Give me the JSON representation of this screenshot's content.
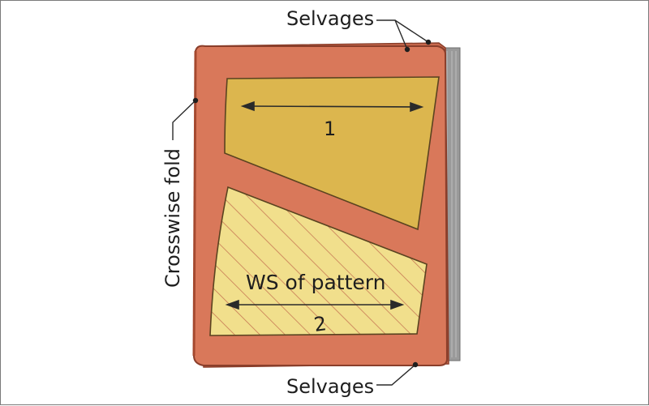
{
  "labels": {
    "top_selvages": "Selvages",
    "bottom_selvages": "Selvages",
    "crosswise_fold": "Crosswise fold",
    "ws_of_pattern": "WS of pattern",
    "piece_1": "1",
    "piece_2": "2"
  },
  "colors": {
    "fabric": "#d9785a",
    "fabric_edge": "#8a3e2a",
    "piece_1_fill": "#dcb64e",
    "piece_2_fill": "#f1df8c",
    "hatch": "#c77a55",
    "leader_line": "#2a2a2a",
    "selvage_fringe": "#8c8c8c"
  }
}
